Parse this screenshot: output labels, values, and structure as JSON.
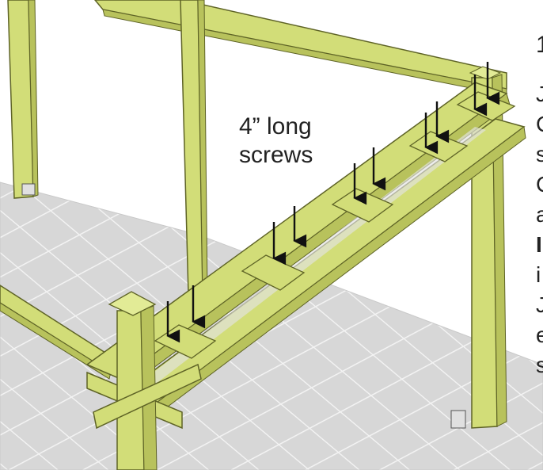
{
  "annotation": {
    "line1": "4” long",
    "line2": "screws"
  },
  "edge_text": {
    "step_number": "1",
    "fragments": [
      "J",
      "C",
      "s",
      "C",
      "a",
      "I",
      "i",
      "J",
      "e",
      "s"
    ]
  },
  "colors": {
    "wood": "#d2dd78",
    "wood_shade": "#b8c25c",
    "wood_edge": "#5e6326",
    "floor": "#d6d6d6",
    "floor_grid": "#f2f2f2",
    "arrow": "#111111"
  },
  "icons": [
    "down-arrow-icon",
    "post-cap-icon",
    "post-anchor-icon"
  ]
}
